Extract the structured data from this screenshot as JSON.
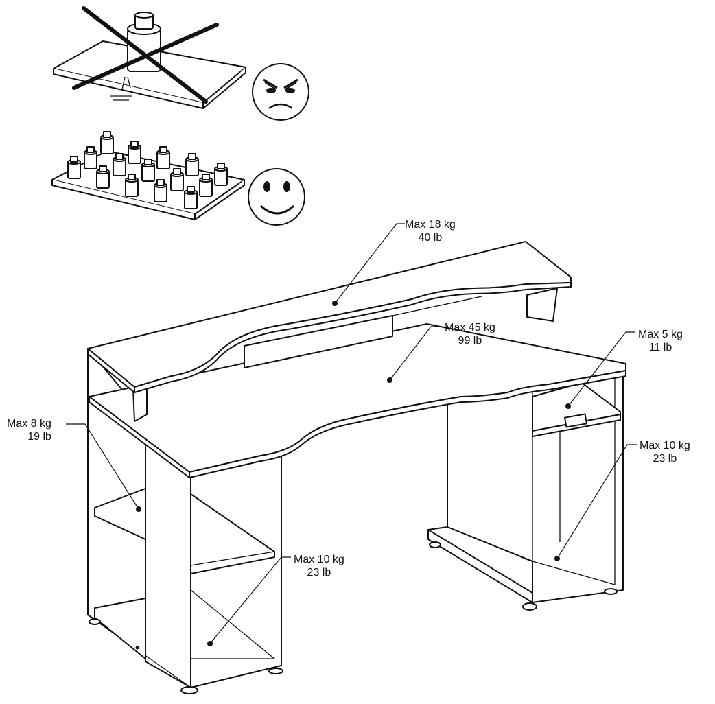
{
  "labels": {
    "hutch": {
      "kg": "Max 18 kg",
      "lb": "40 lb"
    },
    "desktop": {
      "kg": "Max 45 kg",
      "lb": "99 lb"
    },
    "keyboard": {
      "kg": "Max 5 kg",
      "lb": "11 lb"
    },
    "left_shelf": {
      "kg": "Max 8 kg",
      "lb": "19 lb"
    },
    "right_bottom": {
      "kg": "Max 10 kg",
      "lb": "23 lb"
    },
    "left_bottom": {
      "kg": "Max 10 kg",
      "lb": "23 lb"
    }
  },
  "icons": {
    "wrong_load": "crossed-out-single-weight-icon",
    "angry_face": "angry-face-icon",
    "right_load": "distributed-weights-icon",
    "happy_face": "smiling-face-icon"
  },
  "colors": {
    "line": "#111111",
    "background": "#ffffff"
  }
}
